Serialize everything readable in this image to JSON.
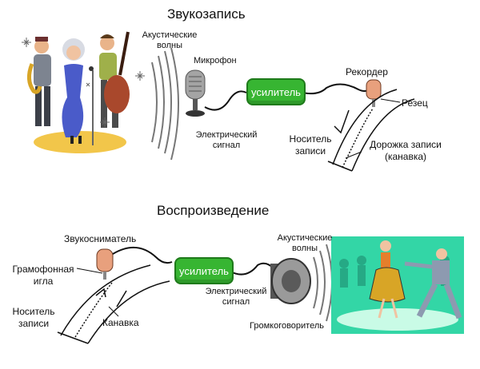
{
  "recording": {
    "title": "Звукозапись",
    "acoustic_waves": "Акустические волны",
    "microphone": "Микрофон",
    "amplifier": "усилитель",
    "electric_signal": "Электрический сигнал",
    "recorder": "Рекордер",
    "cutter": "Резец",
    "medium": "Носитель записи",
    "track": "Дорожка записи (канавка)"
  },
  "playback": {
    "title": "Воспроизведение",
    "pickup": "Звукосниматель",
    "needle": "Грамофонная игла",
    "medium": "Носитель записи",
    "groove": "Канавка",
    "amplifier": "усилитель",
    "electric_signal": "Электрический сигнал",
    "acoustic_waves": "Акустические волны",
    "speaker": "Громкоговоритель"
  },
  "colors": {
    "amplifier": "#37b532",
    "dance_bg": "#33d6a6",
    "stylus": "#e8a07d"
  }
}
